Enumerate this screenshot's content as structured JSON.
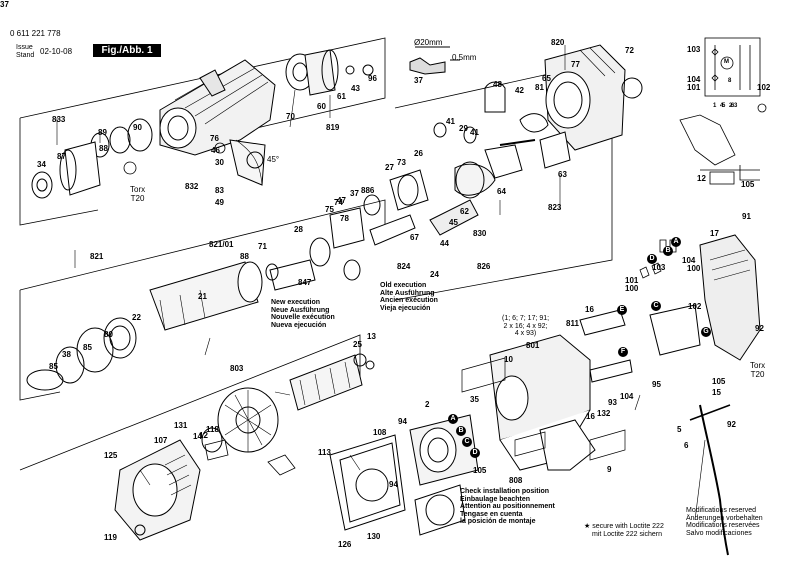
{
  "header": {
    "part_number": "0 611 221 778",
    "issue_label": "Issue",
    "stand_label": "Stand",
    "date": "02-10-08",
    "figure_label": "Fig./Abb. 1"
  },
  "dimension_callout": {
    "diameter": "Ø20mm",
    "thickness": "0.5mm",
    "ref": "37"
  },
  "angle_label": "45°",
  "torx_labels": [
    {
      "key": "torx1",
      "line1": "Torx",
      "line2": "T20"
    },
    {
      "key": "torx2",
      "line1": "Torx",
      "line2": "T20"
    }
  ],
  "new_execution": [
    "New execution",
    "Neue Ausführung",
    "Nouvelle exécution",
    "Nueva ejecución"
  ],
  "old_execution": [
    "Old execution",
    "Alte Ausführung",
    "Ancien exécution",
    "Vieja ejecución"
  ],
  "check_installation": [
    "Check installation position",
    "Einbaulage beachten",
    "Attention au positionnement",
    "Tengase en cuenta",
    "la posición de montaje"
  ],
  "loctite_note": [
    "secure with Loctite 222",
    "mit Loctite 222 sichern"
  ],
  "modifications": [
    "Modifications reserved",
    "Änderungen vorbehalten",
    "Modifications reservées",
    "Salvo modificaciones"
  ],
  "multi_ref": [
    "(1; 6; 7; 17; 91;",
    "2 x 16; 4 x 92;",
    "4 x 93)"
  ],
  "badges": [
    "A",
    "B",
    "C",
    "D",
    "E",
    "F",
    "G"
  ],
  "part_labels": [
    {
      "id": "p833",
      "text": "833"
    },
    {
      "id": "p89",
      "text": "89"
    },
    {
      "id": "p88a",
      "text": "88"
    },
    {
      "id": "p34",
      "text": "34"
    },
    {
      "id": "p87",
      "text": "87"
    },
    {
      "id": "p90",
      "text": "90"
    },
    {
      "id": "p76",
      "text": "76"
    },
    {
      "id": "p46",
      "text": "46"
    },
    {
      "id": "p30",
      "text": "30"
    },
    {
      "id": "p832",
      "text": "832"
    },
    {
      "id": "p83",
      "text": "83"
    },
    {
      "id": "p49",
      "text": "49"
    },
    {
      "id": "p70",
      "text": "70"
    },
    {
      "id": "p60",
      "text": "60"
    },
    {
      "id": "p61",
      "text": "61"
    },
    {
      "id": "p43",
      "text": "43"
    },
    {
      "id": "p96",
      "text": "96"
    },
    {
      "id": "p819",
      "text": "819"
    },
    {
      "id": "p37",
      "text": "37"
    },
    {
      "id": "p48",
      "text": "48"
    },
    {
      "id": "p42",
      "text": "42"
    },
    {
      "id": "p81",
      "text": "81"
    },
    {
      "id": "p65",
      "text": "65"
    },
    {
      "id": "p820",
      "text": "820"
    },
    {
      "id": "p77",
      "text": "77"
    },
    {
      "id": "p72",
      "text": "72"
    },
    {
      "id": "p41a",
      "text": "41"
    },
    {
      "id": "p29",
      "text": "29"
    },
    {
      "id": "p41b",
      "text": "41"
    },
    {
      "id": "p26",
      "text": "26"
    },
    {
      "id": "p27",
      "text": "27"
    },
    {
      "id": "p73",
      "text": "73"
    },
    {
      "id": "p886",
      "text": "886"
    },
    {
      "id": "p37b",
      "text": "37"
    },
    {
      "id": "p47",
      "text": "47"
    },
    {
      "id": "p45",
      "text": "45"
    },
    {
      "id": "p62",
      "text": "62"
    },
    {
      "id": "p64",
      "text": "64"
    },
    {
      "id": "p63",
      "text": "63"
    },
    {
      "id": "p823",
      "text": "823"
    },
    {
      "id": "p75",
      "text": "75"
    },
    {
      "id": "p74",
      "text": "74"
    },
    {
      "id": "p78",
      "text": "78"
    },
    {
      "id": "p67",
      "text": "67"
    },
    {
      "id": "p44",
      "text": "44"
    },
    {
      "id": "p830",
      "text": "830"
    },
    {
      "id": "p824",
      "text": "824"
    },
    {
      "id": "p24",
      "text": "24"
    },
    {
      "id": "p826",
      "text": "826"
    },
    {
      "id": "p821",
      "text": "821"
    },
    {
      "id": "p821_01",
      "text": "821/01"
    },
    {
      "id": "p71",
      "text": "71"
    },
    {
      "id": "p28",
      "text": "28"
    },
    {
      "id": "p88b",
      "text": "88"
    },
    {
      "id": "p847",
      "text": "847"
    },
    {
      "id": "p21",
      "text": "21"
    },
    {
      "id": "p22",
      "text": "22"
    },
    {
      "id": "p80",
      "text": "80"
    },
    {
      "id": "p85a",
      "text": "85"
    },
    {
      "id": "p38",
      "text": "38"
    },
    {
      "id": "p85b",
      "text": "85"
    },
    {
      "id": "p803",
      "text": "803"
    },
    {
      "id": "p25",
      "text": "25"
    },
    {
      "id": "p13",
      "text": "13"
    },
    {
      "id": "p131",
      "text": "131"
    },
    {
      "id": "p118",
      "text": "118"
    },
    {
      "id": "p12",
      "text": "12"
    },
    {
      "id": "p14",
      "text": "14"
    },
    {
      "id": "p107",
      "text": "107"
    },
    {
      "id": "p125",
      "text": "125"
    },
    {
      "id": "p119",
      "text": "119"
    },
    {
      "id": "p108",
      "text": "108"
    },
    {
      "id": "p113",
      "text": "113"
    },
    {
      "id": "p126",
      "text": "126"
    },
    {
      "id": "p130",
      "text": "130"
    },
    {
      "id": "p94a",
      "text": "94"
    },
    {
      "id": "p2",
      "text": "2"
    },
    {
      "id": "p94b",
      "text": "94"
    },
    {
      "id": "p105a",
      "text": "105"
    },
    {
      "id": "p10",
      "text": "10"
    },
    {
      "id": "p801",
      "text": "801"
    },
    {
      "id": "p35",
      "text": "35"
    },
    {
      "id": "p808",
      "text": "808"
    },
    {
      "id": "p9",
      "text": "9"
    },
    {
      "id": "p811",
      "text": "811"
    },
    {
      "id": "p16a",
      "text": "16"
    },
    {
      "id": "p16b",
      "text": "16"
    },
    {
      "id": "p93",
      "text": "93"
    },
    {
      "id": "p132",
      "text": "132"
    },
    {
      "id": "p104a",
      "text": "104"
    },
    {
      "id": "p103a",
      "text": "103"
    },
    {
      "id": "p104b",
      "text": "104"
    },
    {
      "id": "p101",
      "text": "101"
    },
    {
      "id": "p100a",
      "text": "100"
    },
    {
      "id": "p100b",
      "text": "100"
    },
    {
      "id": "p102a",
      "text": "102"
    },
    {
      "id": "p103b",
      "text": "103"
    },
    {
      "id": "p104c",
      "text": "104"
    },
    {
      "id": "p101b",
      "text": "101"
    },
    {
      "id": "p102b",
      "text": "102"
    },
    {
      "id": "p12b",
      "text": "12"
    },
    {
      "id": "p105b",
      "text": "105"
    },
    {
      "id": "p17",
      "text": "17"
    },
    {
      "id": "p91",
      "text": "91"
    },
    {
      "id": "p92a",
      "text": "92"
    },
    {
      "id": "p95",
      "text": "95"
    },
    {
      "id": "p105c",
      "text": "105"
    },
    {
      "id": "p15",
      "text": "15"
    },
    {
      "id": "p5",
      "text": "5"
    },
    {
      "id": "p92b",
      "text": "92"
    },
    {
      "id": "p6",
      "text": "6"
    },
    {
      "id": "pw1",
      "text": "1"
    },
    {
      "id": "pw2",
      "text": "2"
    },
    {
      "id": "pw3",
      "text": "3"
    },
    {
      "id": "pw4",
      "text": "4"
    },
    {
      "id": "pw5",
      "text": "5"
    },
    {
      "id": "pw6",
      "text": "6"
    },
    {
      "id": "pw8",
      "text": "8"
    },
    {
      "id": "pwM",
      "text": "M"
    }
  ]
}
